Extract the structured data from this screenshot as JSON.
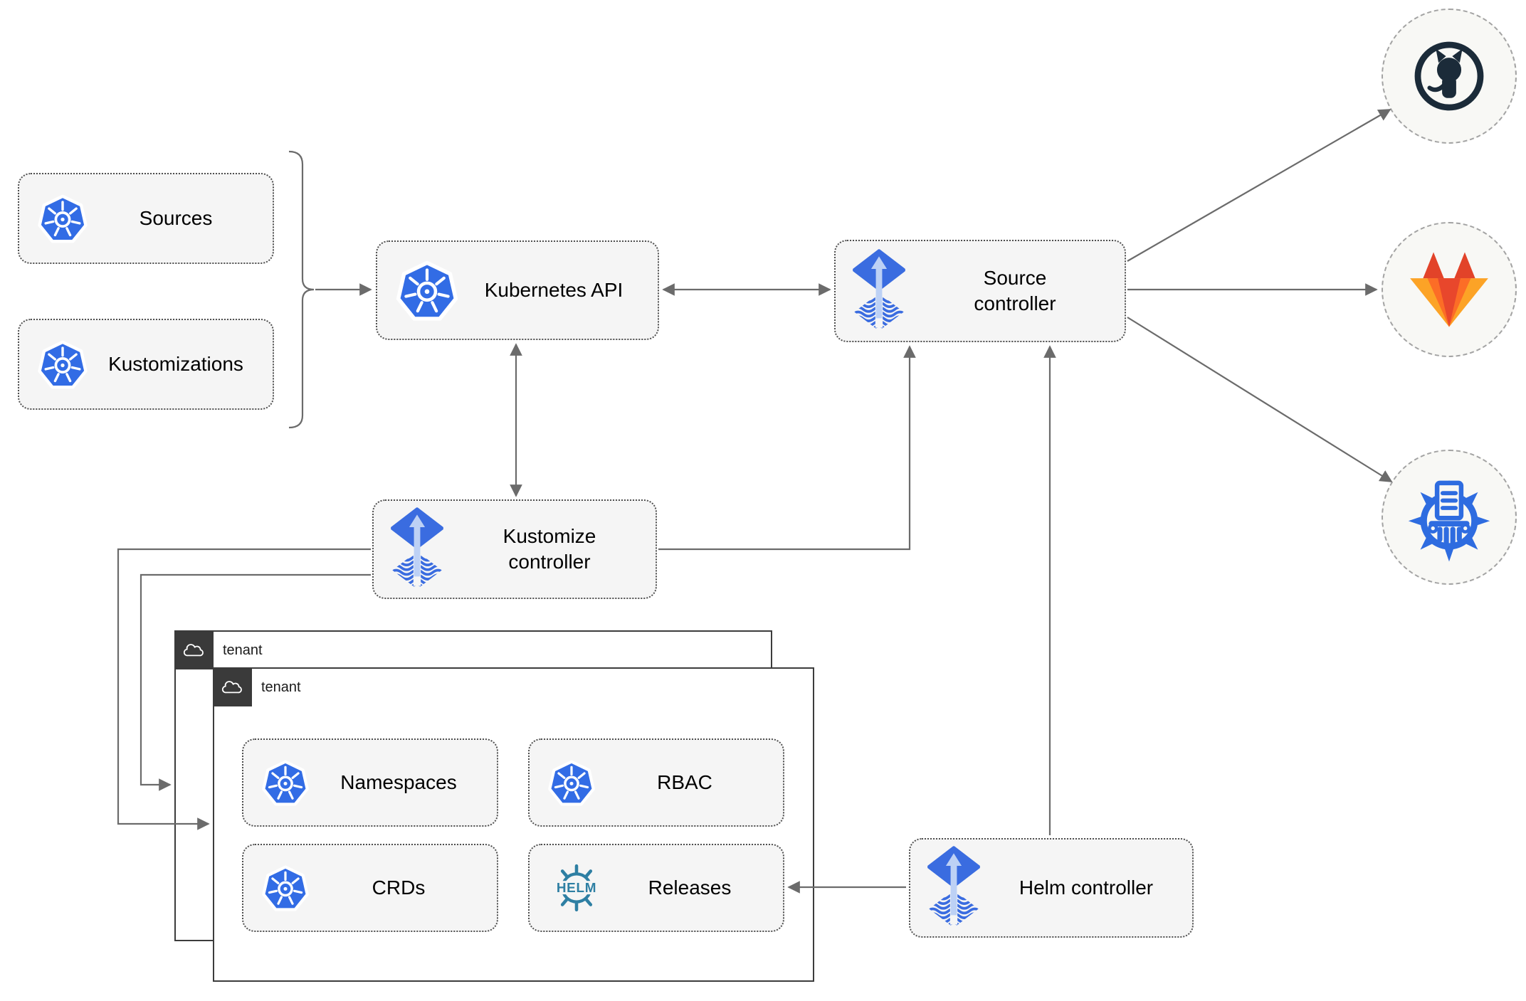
{
  "nodes": {
    "sources": "Sources",
    "kustomizations": "Kustomizations",
    "kubernetes_api": "Kubernetes API",
    "source_controller": "Source controller",
    "kustomize_controller": "Kustomize controller",
    "helm_controller": "Helm controller",
    "namespaces": "Namespaces",
    "rbac": "RBAC",
    "crds": "CRDs",
    "releases": "Releases"
  },
  "tenants": {
    "outer": "tenant",
    "inner": "tenant"
  },
  "badges": {
    "helm_logo_text": "HELM"
  },
  "icons": {
    "kubernetes": "kubernetes-icon",
    "flux": "flux-icon",
    "helm": "helm-icon",
    "cloud": "cloud-icon",
    "github": "github-icon",
    "gitlab": "gitlab-icon",
    "helm_repository": "helm-repository-icon"
  },
  "colors": {
    "kubernetes_blue": "#326ce5",
    "flux_blue": "#3a6ce0",
    "flux_arrow_light": "#bdd1f5",
    "helm_teal": "#2e7fa3",
    "github_dark": "#1b2b39",
    "gitlab_dark_orange": "#e24329",
    "gitlab_orange": "#fc6d26",
    "gitlab_light_orange": "#fca326",
    "registry_blue": "#2e6ce0",
    "connector_gray": "#6b6b6b",
    "box_fill": "#f5f5f5"
  }
}
